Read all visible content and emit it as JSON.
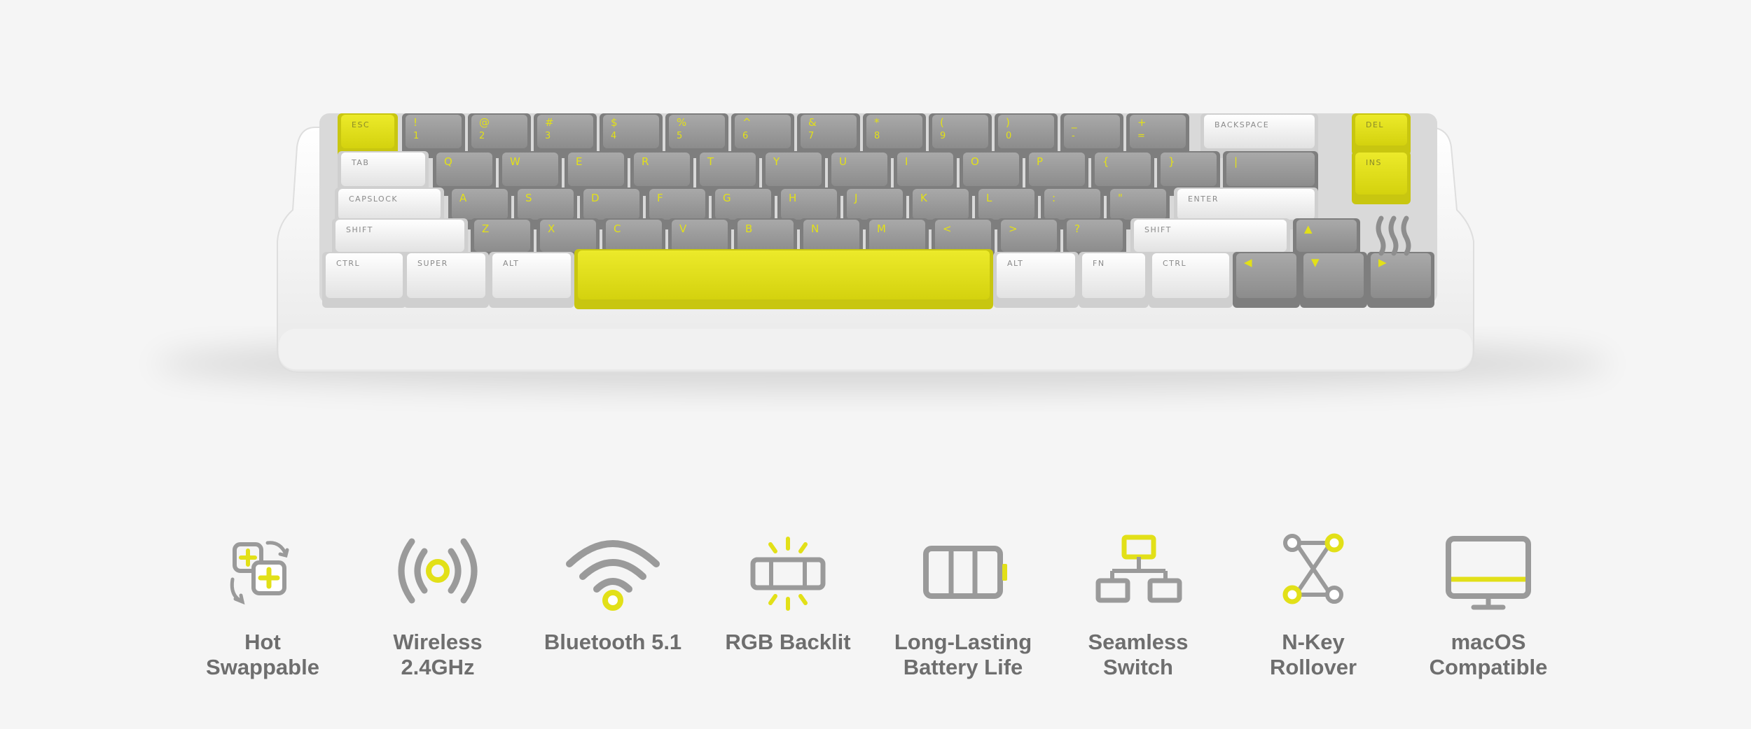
{
  "colors": {
    "accent": "#e2e018",
    "gray_key": "#9b9b9b",
    "white_key": "#f0f0f0",
    "case": "#fbfbfb",
    "icon_gray": "#9a9a9a",
    "text": "#6e6e6e",
    "legend": "#dcdc1c"
  },
  "keyboard": {
    "modifiers": {
      "esc": "ESC",
      "backspace": "BACKSPACE",
      "del": "DEL",
      "ins": "INS",
      "tab": "TAB",
      "capslock": "CAPSLOCK",
      "enter": "ENTER",
      "shift_left": "SHIFT",
      "shift_right": "SHIFT",
      "ctrl_left": "CTRL",
      "super": "SUPER",
      "alt_left": "ALT",
      "alt_right": "ALT",
      "fn": "FN",
      "ctrl_right": "CTRL"
    },
    "number_row": [
      "!",
      "@",
      "#",
      "$",
      "%",
      "^",
      "&",
      "*",
      "(",
      ")",
      "_",
      "+"
    ],
    "number_row_lower": [
      "1",
      "2",
      "3",
      "4",
      "5",
      "6",
      "7",
      "8",
      "9",
      "0",
      "-",
      "="
    ],
    "qwerty_row": [
      "Q",
      "W",
      "E",
      "R",
      "T",
      "Y",
      "U",
      "I",
      "O",
      "P",
      "{",
      "}",
      "|"
    ],
    "home_row": [
      "A",
      "S",
      "D",
      "F",
      "G",
      "H",
      "J",
      "K",
      "L",
      ":",
      "\""
    ],
    "bottom_row": [
      "Z",
      "X",
      "C",
      "V",
      "B",
      "N",
      "M",
      "<",
      ">",
      "?"
    ],
    "arrows": [
      "◀",
      "▼",
      "▶",
      "▲"
    ]
  },
  "features": [
    {
      "name": "hot-swappable",
      "lines": [
        "Hot",
        "Swappable"
      ]
    },
    {
      "name": "wireless",
      "lines": [
        "Wireless",
        "2.4GHz"
      ]
    },
    {
      "name": "bluetooth",
      "lines": [
        "Bluetooth 5.1"
      ]
    },
    {
      "name": "rgb-backlit",
      "lines": [
        "RGB Backlit"
      ]
    },
    {
      "name": "battery",
      "lines": [
        "Long-Lasting",
        "Battery Life"
      ]
    },
    {
      "name": "seamless-switch",
      "lines": [
        "Seamless",
        "Switch"
      ]
    },
    {
      "name": "n-key-rollover",
      "lines": [
        "N-Key",
        "Rollover"
      ]
    },
    {
      "name": "macos",
      "lines": [
        "macOS",
        "Compatible"
      ]
    }
  ]
}
